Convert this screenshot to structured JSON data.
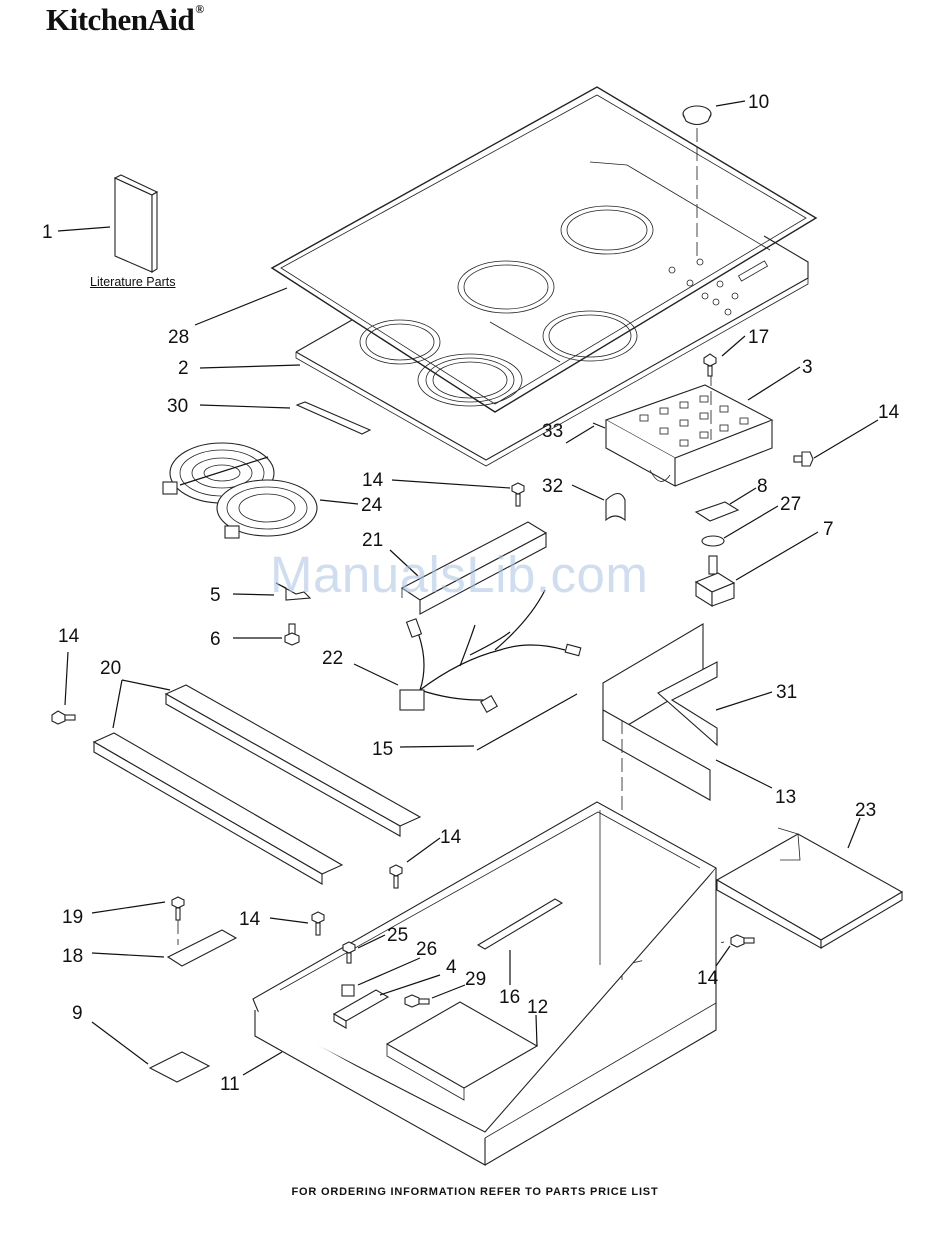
{
  "brand": {
    "logo_text": "KitchenAid",
    "registered_mark": "®"
  },
  "diagram": {
    "literature_label": "Literature Parts",
    "footer": "FOR ORDERING INFORMATION REFER TO PARTS PRICE LIST",
    "watermark": "ManualsLib.com",
    "callouts": [
      "1",
      "28",
      "2",
      "30",
      "10",
      "17",
      "3",
      "14",
      "33",
      "32",
      "8",
      "27",
      "7",
      "24",
      "14",
      "21",
      "5",
      "6",
      "22",
      "14",
      "20",
      "31",
      "15",
      "13",
      "14",
      "23",
      "19",
      "14",
      "25",
      "26",
      "4",
      "29",
      "16",
      "12",
      "18",
      "9",
      "11",
      "14"
    ]
  }
}
